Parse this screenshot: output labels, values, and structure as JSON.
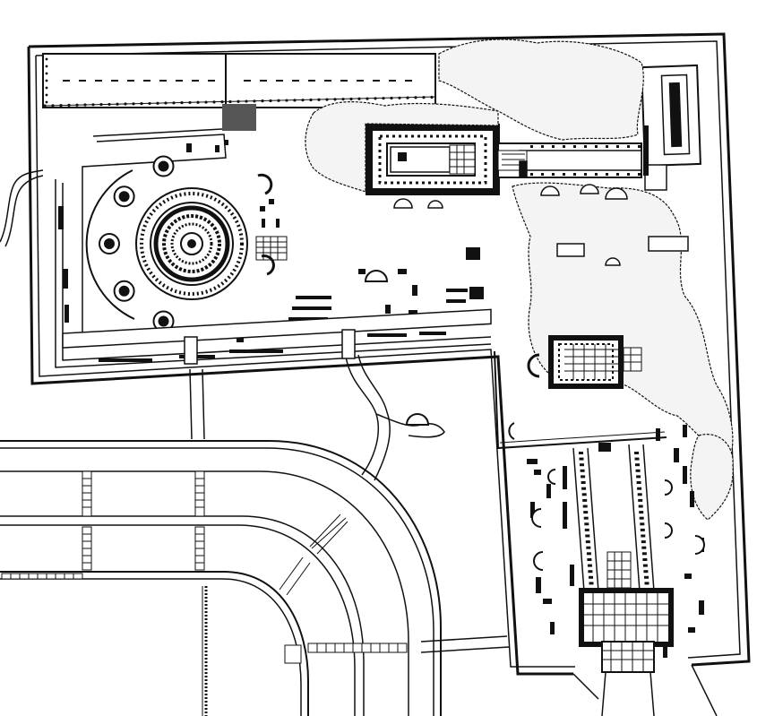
{
  "colors": {
    "ink": "#111111",
    "paper": "#ffffff",
    "foliage": "#f4f4f4"
  },
  "colonnade_dash_rows": 2,
  "round_temple_rings": 5,
  "exedra_count": 5,
  "colonnade_columns": 24
}
